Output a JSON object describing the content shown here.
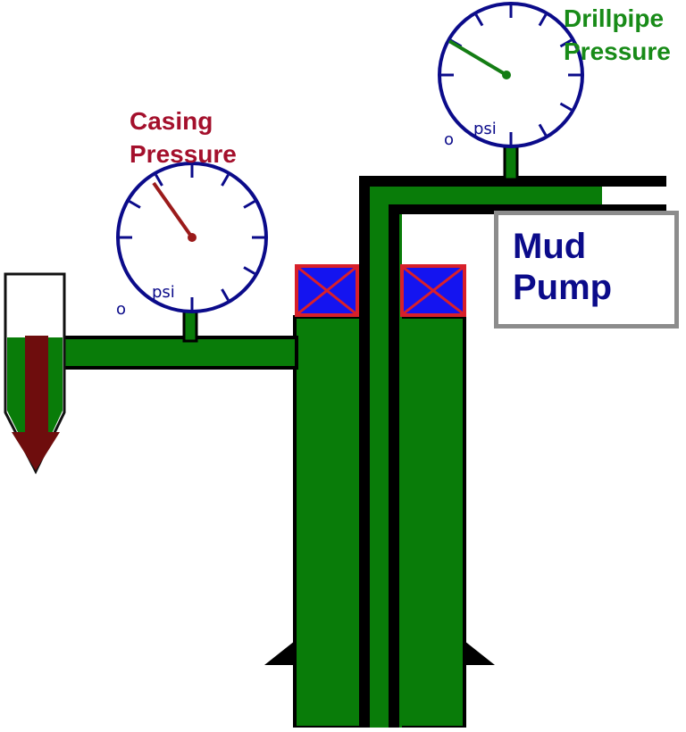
{
  "colors": {
    "fluid": "#097c09",
    "pipe_wall": "#000000",
    "gauge_ring": "#0b0b8a",
    "bop_fill": "#1414f0",
    "bop_border": "#d8202a",
    "casing_label": "#a4102c",
    "drillpipe_label": "#188b18",
    "needle_casing": "#9b1b1b",
    "needle_drillpipe": "#147d14",
    "arrow": "#6e0d0d",
    "housing": "#111111"
  },
  "casing_gauge": {
    "label": "Casing\nPressure",
    "zero_label": "o",
    "unit": "psi",
    "needle_icon": "gauge-needle"
  },
  "drillpipe_gauge": {
    "label": "Drillpipe\nPressure",
    "zero_label": "o",
    "unit": "psi",
    "needle_icon": "gauge-needle"
  },
  "mud_pump": {
    "label": "Mud\nPump"
  },
  "choke": {
    "arrow_icon": "down-arrow-icon"
  },
  "bop": {
    "icon": "x-cross-icon"
  }
}
